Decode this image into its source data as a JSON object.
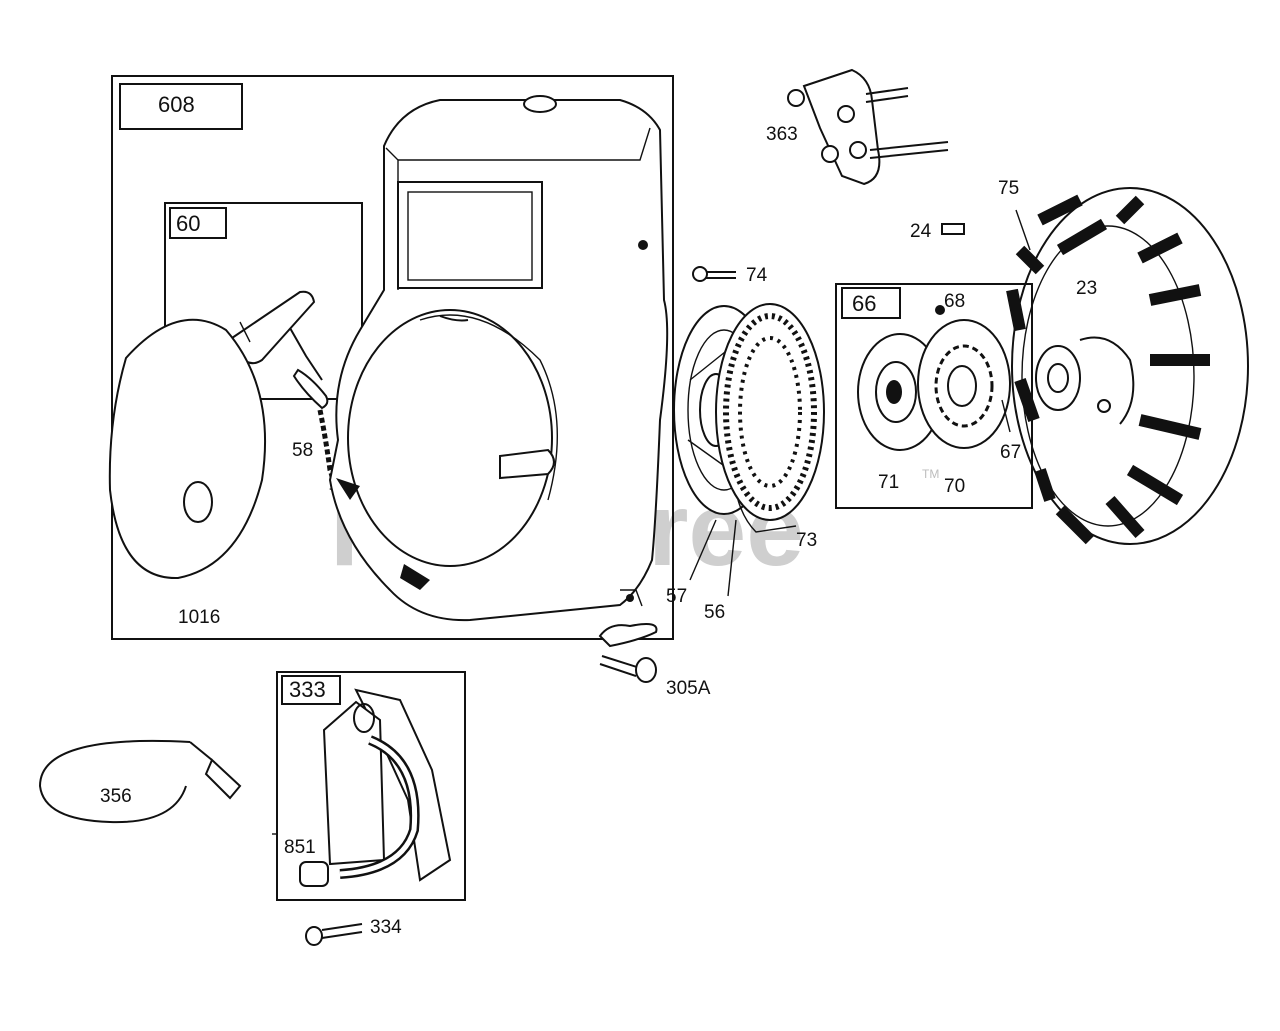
{
  "watermark": {
    "text": "PartsTree",
    "trademark": "TM"
  },
  "boxes": [
    {
      "id": "608",
      "label": "608"
    },
    {
      "id": "60",
      "label": "60"
    },
    {
      "id": "66",
      "label": "66"
    },
    {
      "id": "333",
      "label": "333"
    }
  ],
  "callouts": {
    "c1016": "1016",
    "c58": "58",
    "c57": "57",
    "c56": "56",
    "c73": "73",
    "c74": "74",
    "c363": "363",
    "c75": "75",
    "c24": "24",
    "c23": "23",
    "c68": "68",
    "c71": "71",
    "c70": "70",
    "c67": "67",
    "c305A": "305A",
    "c356": "356",
    "c851": "851",
    "c334": "334"
  }
}
